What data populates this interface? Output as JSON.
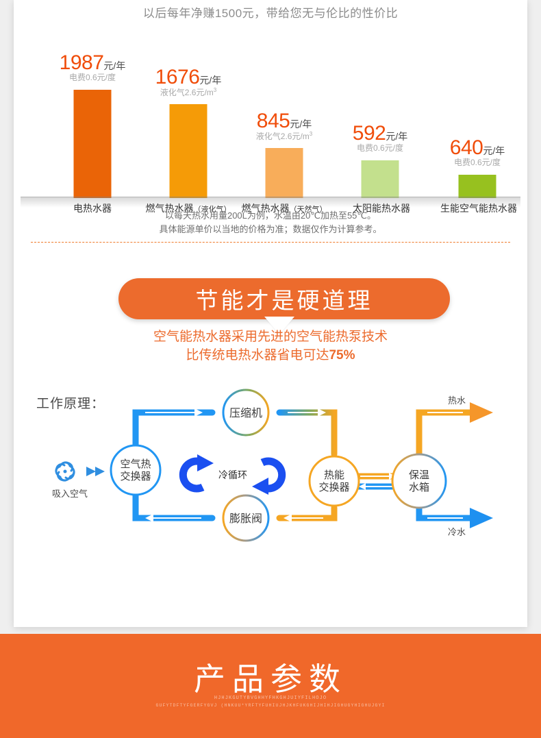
{
  "headline": "以后每年净赚1500元，带给您无与伦比的性价比",
  "chart_data": {
    "type": "bar",
    "title": "以后每年净赚1500元，带给您无与伦比的性价比",
    "xlabel": "",
    "ylabel": "元/年",
    "ylim": [
      0,
      2100
    ],
    "grid": false,
    "legend": "none",
    "categories": [
      "电热水器",
      "燃气热水器（液化气）",
      "燃气热水器（天然气）",
      "太阳能热水器",
      "生能空气能热水器"
    ],
    "values": [
      1987,
      1676,
      845,
      592,
      640
    ],
    "unit": "元/年",
    "colors": [
      "#ea6407",
      "#f59b07",
      "#f8ad5a",
      "#c3e08d",
      "#97c11f"
    ],
    "energy_price_notes": [
      "电费0.6元/度",
      "液化气2.6元/m³",
      "液化气2.6元/m³",
      "电费0.6元/度",
      "电费0.6元/度"
    ],
    "annotations": [
      "以每天热水用量200L为例，水温由20℃加热至55℃。",
      "具体能源单价以当地的价格为准；数据仅作为计算参考。"
    ]
  },
  "bars": [
    {
      "value": "1987",
      "unit": "元/年",
      "sub_prefix": "电费0.6元/度",
      "sub_sup": "",
      "label": "电热水器",
      "label_small": "",
      "color": "#ea6407"
    },
    {
      "value": "1676",
      "unit": "元/年",
      "sub_prefix": "液化气2.6元/m",
      "sub_sup": "3",
      "label": "燃气热水器",
      "label_small": "（液化气）",
      "color": "#f59b07"
    },
    {
      "value": "845",
      "unit": "元/年",
      "sub_prefix": "液化气2.6元/m",
      "sub_sup": "3",
      "label": "燃气热水器",
      "label_small": "（天然气）",
      "color": "#f8ad5a"
    },
    {
      "value": "592",
      "unit": "元/年",
      "sub_prefix": "电费0.6元/度",
      "sub_sup": "",
      "label": "太阳能热水器",
      "label_small": "",
      "color": "#c3e08d"
    },
    {
      "value": "640",
      "unit": "元/年",
      "sub_prefix": "电费0.6元/度",
      "sub_sup": "",
      "label": "生能空气能热水器",
      "label_small": "",
      "color": "#97c11f"
    }
  ],
  "note_line1": "以每天热水用量200L为例，水温由20℃加热至55℃。",
  "note_line2": "具体能源单价以当地的价格为准；数据仅作为计算参考。",
  "banner": {
    "title": "节能才是硬道理",
    "sub_line1": "空气能热水器采用先进的空气能热泵技术",
    "sub_line2_pre": "比传统电热水器省电可达",
    "sub_line2_bold": "75%",
    "color": "#ec6b2d"
  },
  "principle": {
    "title": "工作原理：",
    "nodes": {
      "compressor": "压缩机",
      "air_exchanger_l1": "空气热",
      "air_exchanger_l2": "交换器",
      "expansion_valve": "膨胀阀",
      "heat_exchanger_l1": "热能",
      "heat_exchanger_l2": "交换器",
      "water_tank_l1": "保温",
      "water_tank_l2": "水箱"
    },
    "labels": {
      "intake_air": "吸入空气",
      "cold_cycle": "冷循环",
      "hot_water": "热水",
      "cold_water": "冷水"
    }
  },
  "footer": {
    "title": "产品参数",
    "deco_line1": "HJHJKGUTYBVGHHYFHKGHJUIYFILHOJO",
    "deco_line2": "GUFYTDFTYFGERFYGVJ (HNKUU*YRFTYFUHIUJHJKHFUKGHIJHIHJIGHUGYHIGHUJGYI",
    "bg_color": "#f0682a"
  }
}
